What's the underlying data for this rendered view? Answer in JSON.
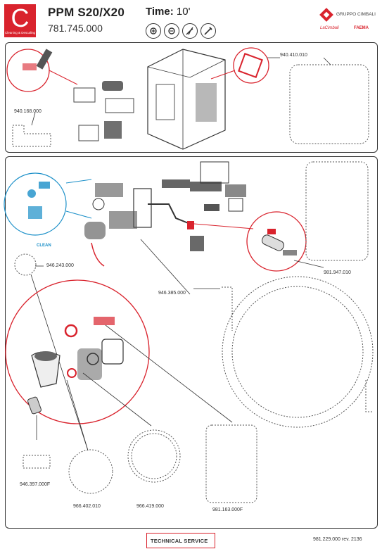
{
  "header": {
    "badge_letter": "C",
    "badge_caption": "Cleaning & Descaling",
    "model": "PPM S20/X20",
    "code": "781.745.000",
    "time_label": "Time:",
    "time_value": "10'",
    "tools": [
      "wrench-plus-icon",
      "wrench-minus-icon",
      "pliers-icon",
      "screwdriver-icon"
    ],
    "brand": "GRUPPO CIMBALI",
    "brands_small": [
      "LaCimbali",
      "FAEMA"
    ]
  },
  "parts": {
    "p1": "940.410.010",
    "p2": "940.168.000",
    "p3": "946.243.000",
    "p4": "946.385.000",
    "p5": "981.947.010",
    "p6": "946.397.000F",
    "p7": "966.402.010",
    "p8": "966.419.000",
    "p9": "981.163.000F"
  },
  "clean_label": "CLEAN",
  "footer": {
    "service": "TECHNICAL SERVICE",
    "rev": "981.229.000 rev. 2136"
  },
  "colors": {
    "accent": "#d9232d",
    "clean": "#1a8fc8"
  }
}
